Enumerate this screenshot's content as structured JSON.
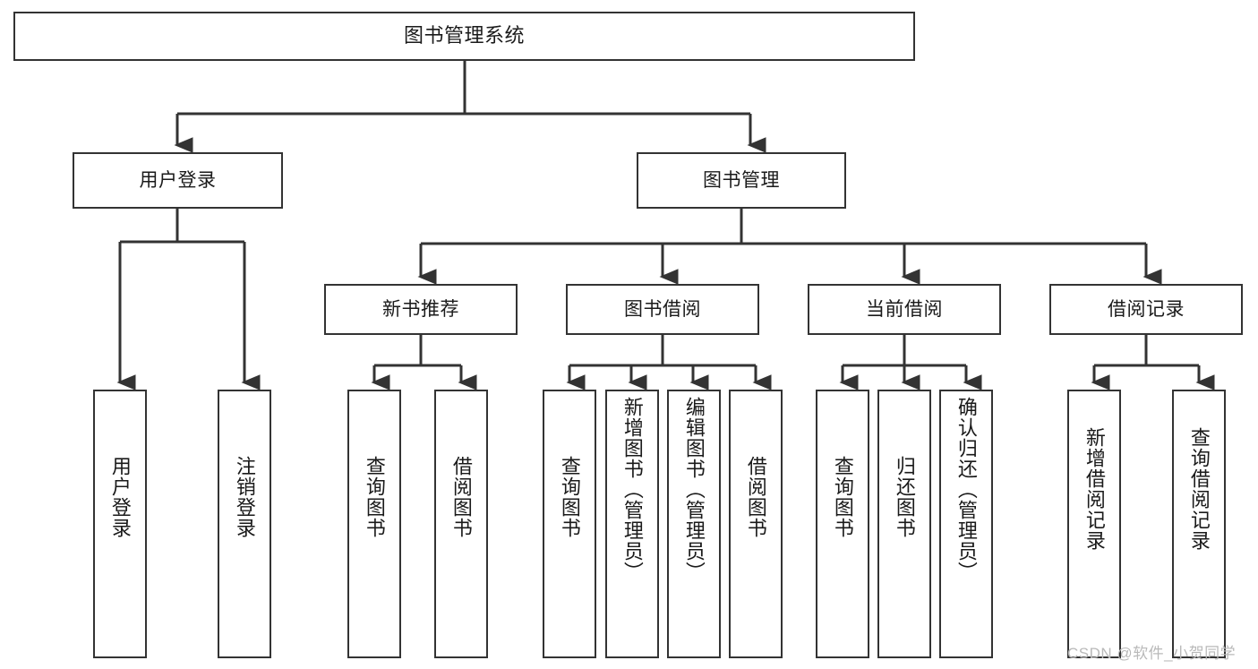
{
  "diagram": {
    "title": "图书管理系统",
    "type": "tree-hierarchy-diagram",
    "colors": {
      "box_border": "#333333",
      "box_fill": "#ffffff",
      "connector": "#333333",
      "text": "#1a1a1a",
      "watermark": "#b9b9b9",
      "background": "#ffffff"
    },
    "root": {
      "label": "图书管理系统"
    },
    "level2": [
      {
        "label": "用户登录"
      },
      {
        "label": "图书管理"
      }
    ],
    "level3": [
      {
        "label": "新书推荐"
      },
      {
        "label": "图书借阅"
      },
      {
        "label": "当前借阅"
      },
      {
        "label": "借阅记录"
      }
    ],
    "leaves": {
      "user_login": [
        {
          "label": "用户登录"
        },
        {
          "label": "注销登录"
        }
      ],
      "new_book_recommend": [
        {
          "label": "查询图书"
        },
        {
          "label": "借阅图书"
        }
      ],
      "book_borrow": [
        {
          "label": "查询图书"
        },
        {
          "label": "新增图书（管理员）"
        },
        {
          "label": "编辑图书（管理员）"
        },
        {
          "label": "借阅图书"
        }
      ],
      "current_borrow": [
        {
          "label": "查询图书"
        },
        {
          "label": "归还图书"
        },
        {
          "label": "确认归还（管理员）"
        }
      ],
      "borrow_record": [
        {
          "label": "新增借阅记录"
        },
        {
          "label": "查询借阅记录"
        }
      ]
    }
  },
  "watermark": {
    "text": "CSDN @软件_小贺同学"
  }
}
